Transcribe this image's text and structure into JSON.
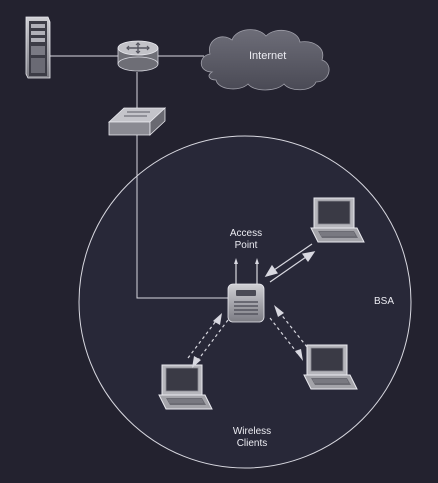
{
  "labels": {
    "internet": "Internet",
    "access_point_line1": "Access",
    "access_point_line2": "Point",
    "bsa": "BSA",
    "wireless_clients_line1": "Wireless",
    "wireless_clients_line2": "Clients"
  },
  "icons": [
    "server-icon",
    "router-icon",
    "cloud-icon",
    "switch-icon",
    "access-point-icon",
    "laptop-icon"
  ],
  "colors": {
    "background": "#23222f",
    "line": "#d8d8e0",
    "device": "#9a9aa0"
  }
}
